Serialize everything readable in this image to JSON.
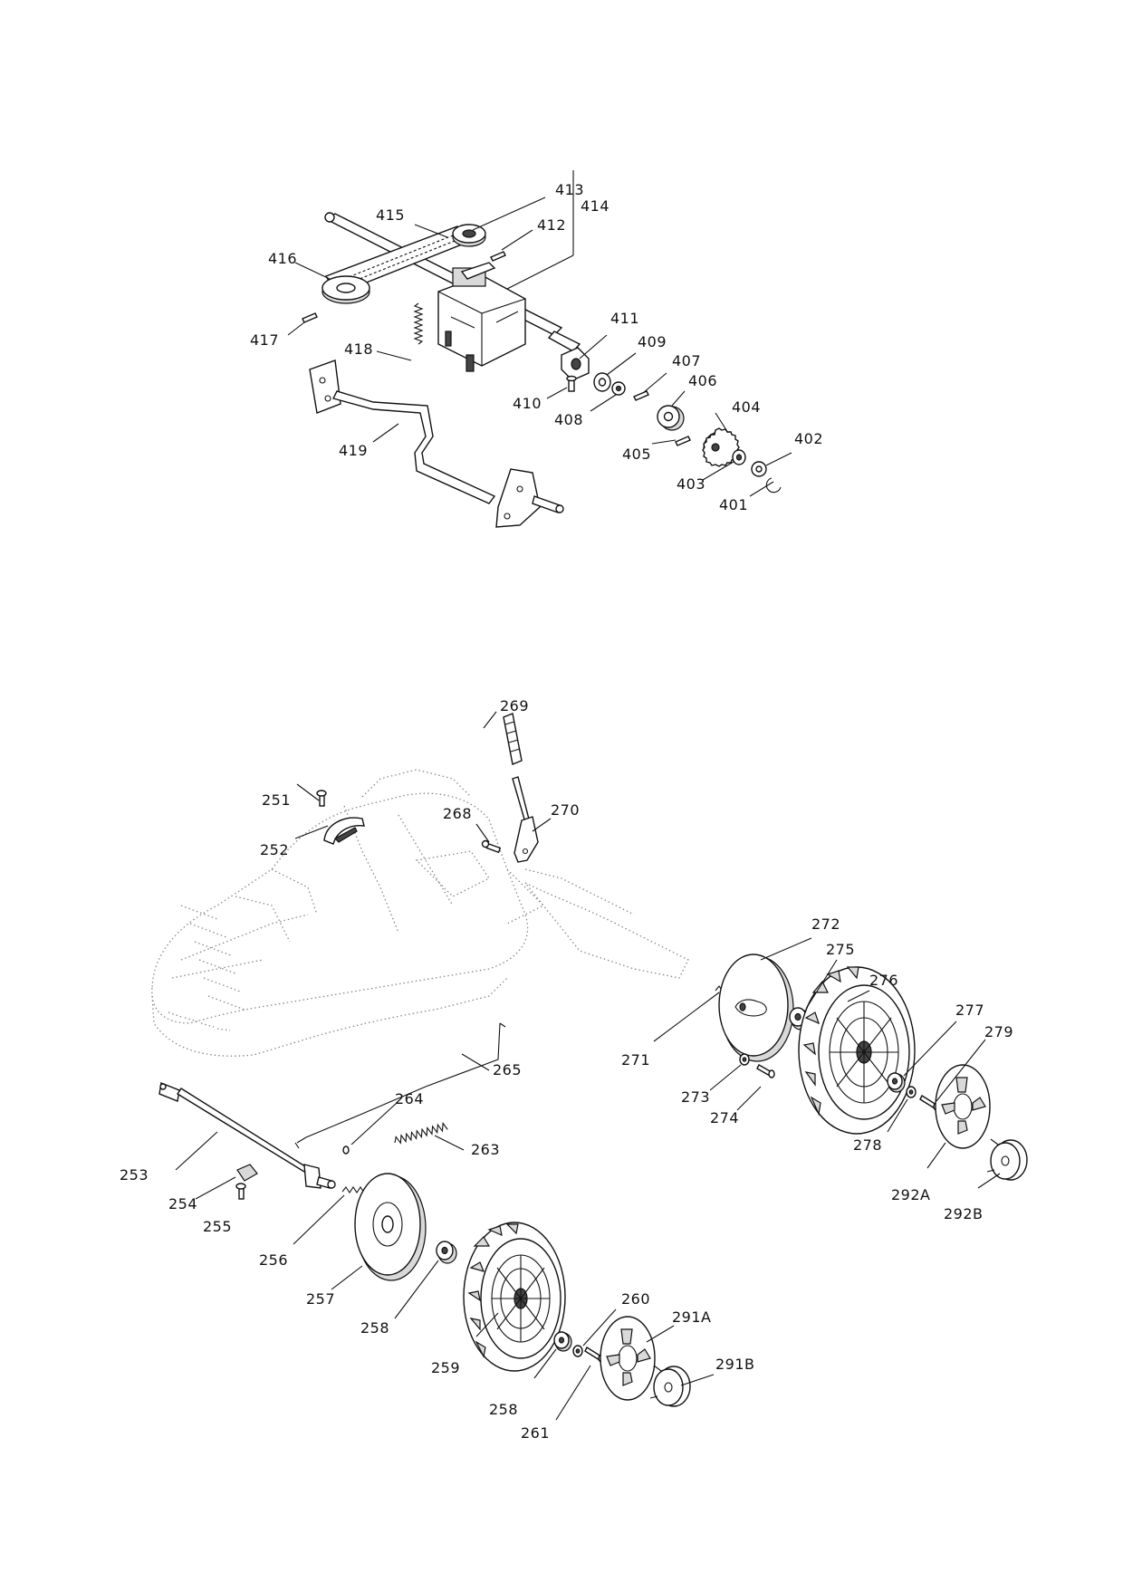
{
  "diagram": {
    "upper_assembly_labels": [
      "413",
      "414",
      "415",
      "412",
      "416",
      "417",
      "418",
      "411",
      "409",
      "407",
      "406",
      "410",
      "408",
      "404",
      "405",
      "402",
      "403",
      "401",
      "419"
    ],
    "lower_assembly_labels": [
      "269",
      "268",
      "270",
      "251",
      "252",
      "272",
      "275",
      "276",
      "277",
      "279",
      "271",
      "265",
      "273",
      "274",
      "278",
      "264",
      "263",
      "253",
      "254",
      "255",
      "256",
      "257",
      "258",
      "259",
      "260",
      "291A",
      "291B",
      "261",
      "292A",
      "292B"
    ],
    "label_set": [
      "413",
      "414",
      "415",
      "412",
      "416",
      "417",
      "418",
      "411",
      "409",
      "407",
      "406",
      "410",
      "408",
      "404",
      "405",
      "402",
      "403",
      "401",
      "419",
      "269",
      "268",
      "270",
      "251",
      "252",
      "272",
      "275",
      "276",
      "277",
      "279",
      "271",
      "265",
      "273",
      "274",
      "278",
      "264",
      "263",
      "253",
      "254",
      "255",
      "256",
      "257",
      "258",
      "259",
      "260",
      "291A",
      "291B",
      "261",
      "292A",
      "292B"
    ]
  }
}
